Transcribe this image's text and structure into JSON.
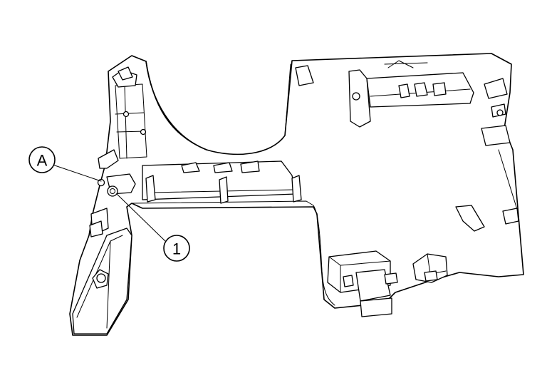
{
  "diagram": {
    "callouts": [
      {
        "id": "a",
        "label": "A"
      },
      {
        "id": "1",
        "label": "1"
      }
    ]
  }
}
